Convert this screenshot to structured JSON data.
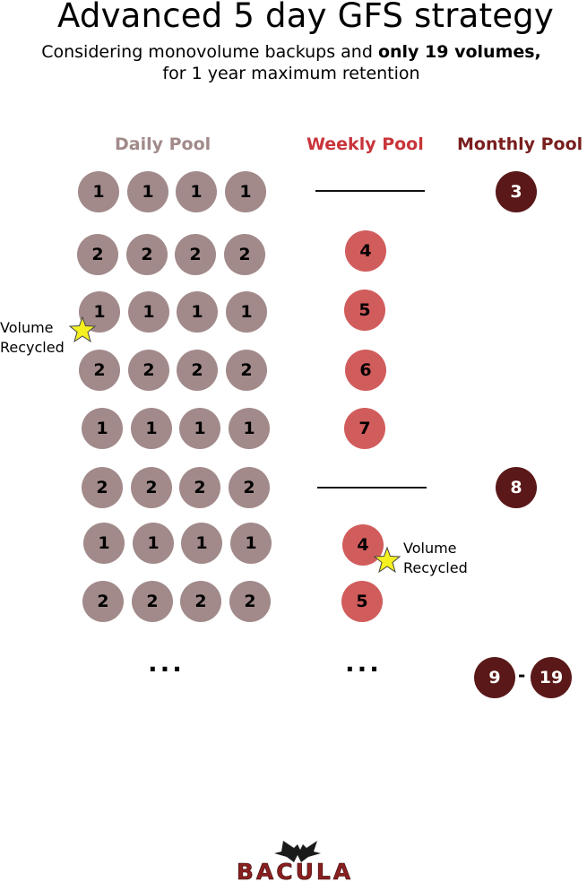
{
  "title": "Advanced 5 day GFS strategy",
  "subtitle": {
    "part1": "Considering monovolume backups and ",
    "bold": "only 19 volumes,",
    "line2": "for 1 year maximum retention"
  },
  "pools": {
    "daily": {
      "label": "Daily Pool",
      "color": "#a28a8a",
      "text_color": "#a28a8a"
    },
    "weekly": {
      "label": "Weekly Pool",
      "color": "#d15c5c",
      "text_color": "#c9343a"
    },
    "monthly": {
      "label": "Monthly Pool",
      "color": "#5a1818",
      "text_color": "#7a1e1e"
    }
  },
  "daily_rows": [
    [
      "1",
      "1",
      "1",
      "1"
    ],
    [
      "2",
      "2",
      "2",
      "2"
    ],
    [
      "1",
      "1",
      "1",
      "1"
    ],
    [
      "2",
      "2",
      "2",
      "2"
    ],
    [
      "1",
      "1",
      "1",
      "1"
    ],
    [
      "2",
      "2",
      "2",
      "2"
    ],
    [
      "1",
      "1",
      "1",
      "1"
    ],
    [
      "2",
      "2",
      "2",
      "2"
    ]
  ],
  "weekly_items": [
    "4",
    "5",
    "6",
    "7",
    "4",
    "5"
  ],
  "monthly_items": [
    "3",
    "8"
  ],
  "monthly_range": {
    "from": "9",
    "to": "19",
    "separator": "-"
  },
  "ellipsis": "...",
  "notes": {
    "left": {
      "line1": "Volume",
      "line2": "Recycled"
    },
    "right": {
      "line1": "Volume",
      "line2": "Recycled"
    }
  },
  "star_color": "#f5f020",
  "logo_text": "BACULA"
}
